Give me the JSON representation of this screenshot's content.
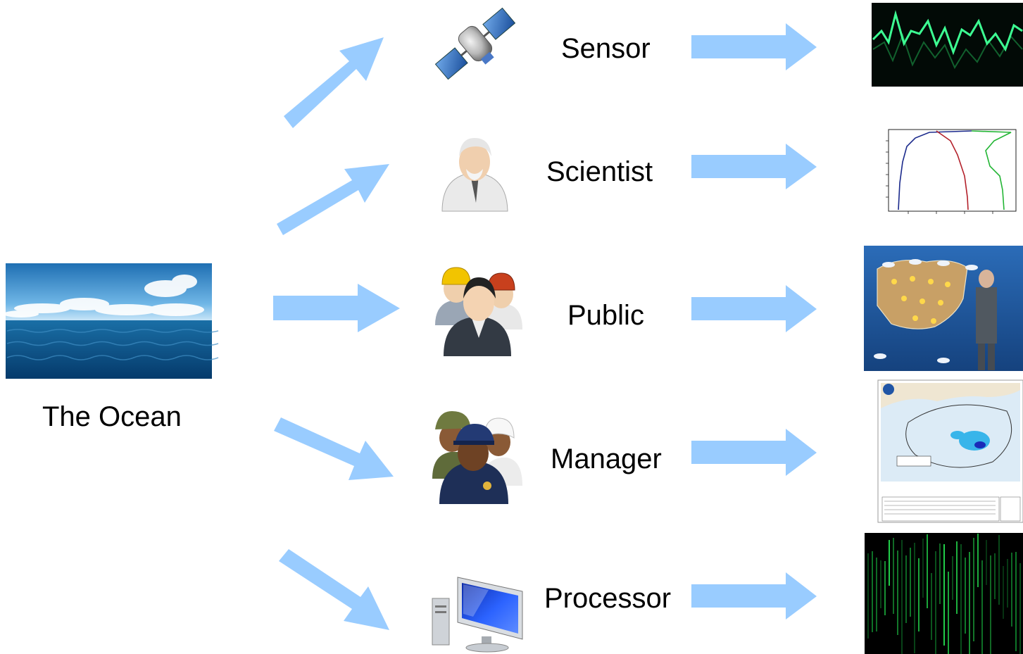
{
  "source": {
    "label": "The Ocean",
    "image": "ocean-photo"
  },
  "colors": {
    "arrow": "#99ccff",
    "text": "#000000"
  },
  "rows": [
    {
      "label": "Sensor",
      "icon": "satellite-icon",
      "output": "oscilloscope-signal-image"
    },
    {
      "label": "Scientist",
      "icon": "scientist-icon",
      "output": "depth-profile-plot-image"
    },
    {
      "label": "Public",
      "icon": "workers-group-icon",
      "output": "weather-forecast-map-image"
    },
    {
      "label": "Manager",
      "icon": "officers-group-icon",
      "output": "oil-spill-forecast-map-image"
    },
    {
      "label": "Processor",
      "icon": "computer-icon",
      "output": "matrix-code-image"
    }
  ]
}
